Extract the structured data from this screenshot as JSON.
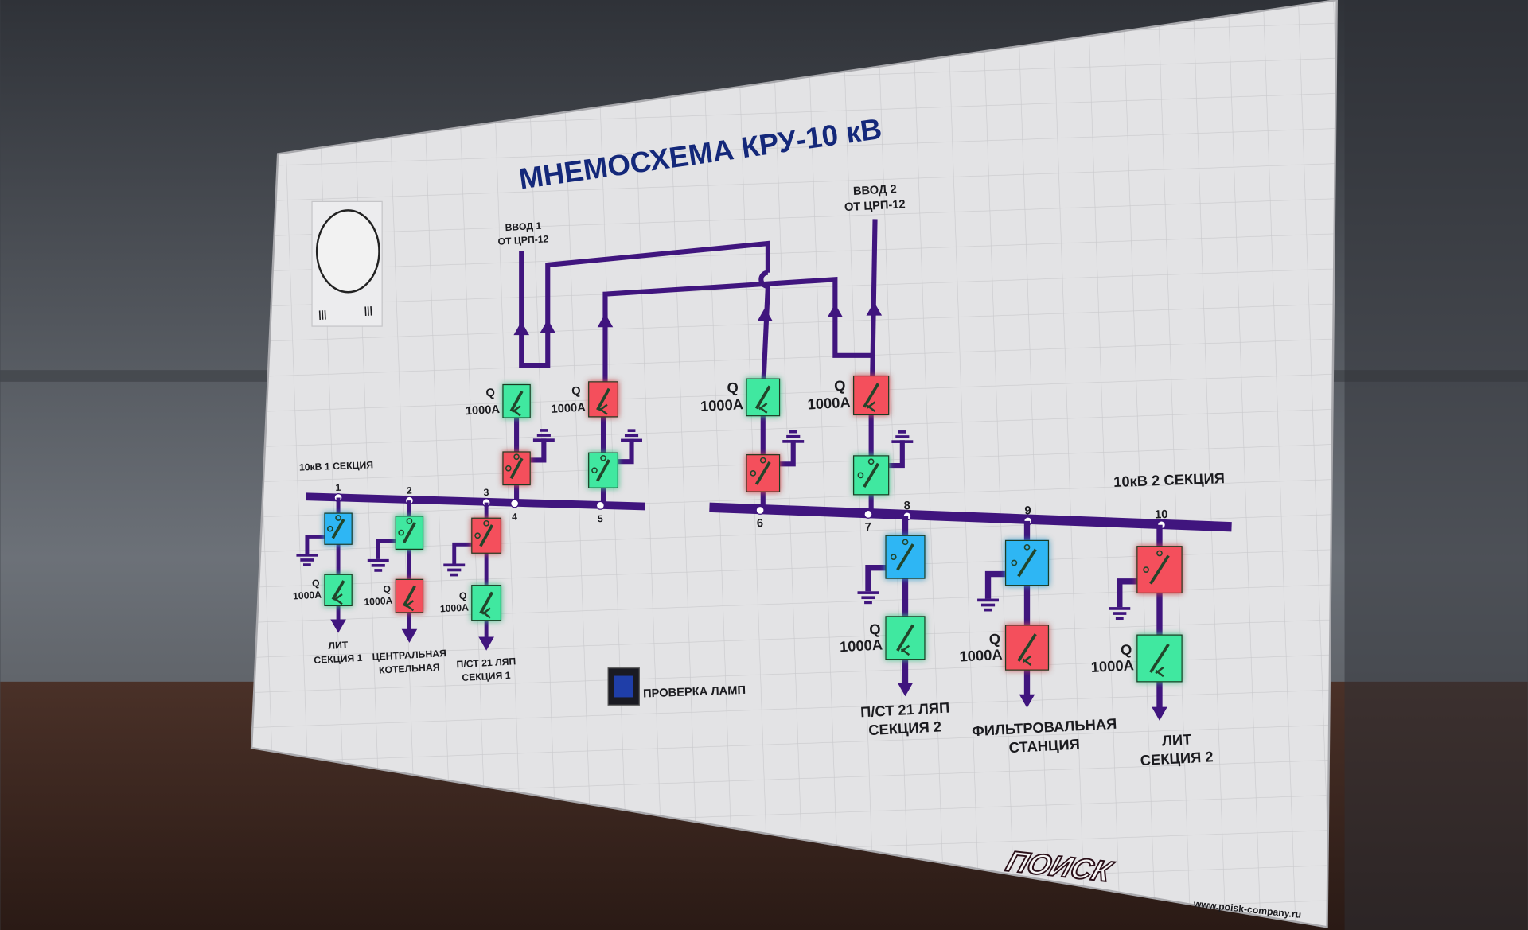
{
  "title": "МНЕМОСХЕМА КРУ-10 кВ",
  "inputs": [
    {
      "line1": "ВВОД 1",
      "line2": "ОТ ЦРП-12"
    },
    {
      "line1": "ВВОД 2",
      "line2": "ОТ ЦРП-12"
    }
  ],
  "sections": [
    "10кВ 1 СЕКЦИЯ",
    "10кВ 2 СЕКЦИЯ"
  ],
  "nodes": [
    "1",
    "2",
    "3",
    "4",
    "5",
    "6",
    "7",
    "8",
    "9",
    "10"
  ],
  "breaker": {
    "designation": "Q",
    "rating": "1000А"
  },
  "incomers": [
    {
      "breaker_state": "green",
      "disconnector_state": "red"
    },
    {
      "breaker_state": "red",
      "disconnector_state": "green"
    },
    {
      "breaker_state": "green",
      "disconnector_state": "red"
    },
    {
      "breaker_state": "red",
      "disconnector_state": "green"
    }
  ],
  "outgoing": [
    {
      "name1": "ЛИТ",
      "name2": "СЕКЦИЯ 1",
      "disconnector_state": "blue",
      "breaker_state": "green"
    },
    {
      "name1": "ЦЕНТРАЛЬНАЯ",
      "name2": "КОТЕЛЬНАЯ",
      "disconnector_state": "green",
      "breaker_state": "red"
    },
    {
      "name1": "П/СТ 21 ЛЯП",
      "name2": "СЕКЦИЯ 1",
      "disconnector_state": "red",
      "breaker_state": "green"
    },
    {
      "name1": "П/СТ 21 ЛЯП",
      "name2": "СЕКЦИЯ 2",
      "disconnector_state": "blue",
      "breaker_state": "green"
    },
    {
      "name1": "ФИЛЬТРОВАЛЬНАЯ",
      "name2": "СТАНЦИЯ",
      "disconnector_state": "blue",
      "breaker_state": "red"
    },
    {
      "name1": "ЛИТ",
      "name2": "СЕКЦИЯ 2",
      "disconnector_state": "red",
      "breaker_state": "green"
    }
  ],
  "gauge_marks": [
    "|||",
    "|||"
  ],
  "lamp_test": "ПРОВЕРКА ЛАМП",
  "logo": {
    "name": "ПОИСК",
    "url": "www.poisk-company.ru"
  },
  "colors": {
    "green": "#3fe8a0",
    "red": "#f4505c",
    "blue": "#2fb6f4",
    "bus": "#40157e",
    "title": "#14287a",
    "panel": "#e2e2e4"
  }
}
